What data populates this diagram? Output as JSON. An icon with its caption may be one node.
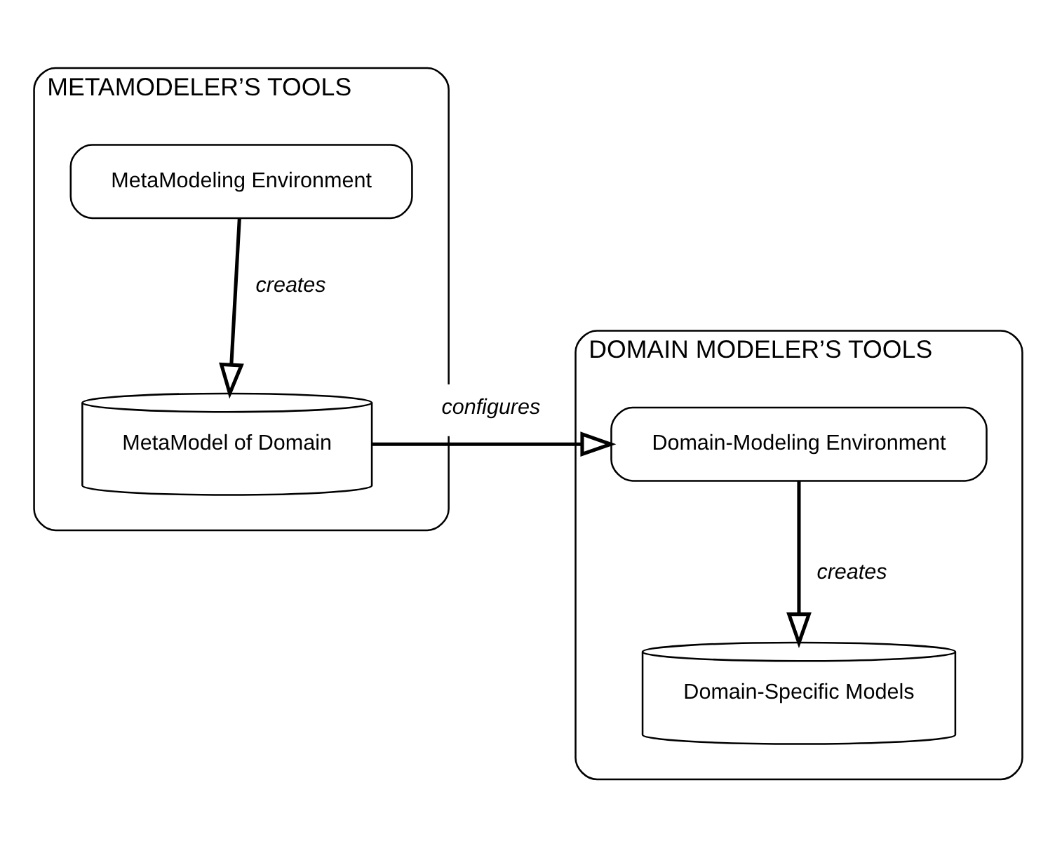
{
  "diagram": {
    "nodes": [
      {
        "text": [
          "METAMODELER’S TOOLS"
        ]
      },
      {
        "text": [
          "MetaModeling Environment"
        ],
        "in": 0
      },
      {
        "text": [
          "MetaModel of Domain"
        ],
        "in": 0
      },
      {
        "text": [
          "DOMAIN MODELER’S TOOLS"
        ]
      },
      {
        "text": [
          "Domain-Modeling Environment"
        ],
        "in": 3
      },
      {
        "text": [
          "Domain-Specific Models"
        ],
        "in": 3
      }
    ],
    "edges": [
      {
        "from": 1,
        "to": 2,
        "arrow": "to",
        "label": "creates"
      },
      {
        "from": 2,
        "to": 4,
        "arrow": "to",
        "label": "configures"
      },
      {
        "from": 4,
        "to": 5,
        "arrow": "to",
        "label": "creates"
      }
    ]
  }
}
